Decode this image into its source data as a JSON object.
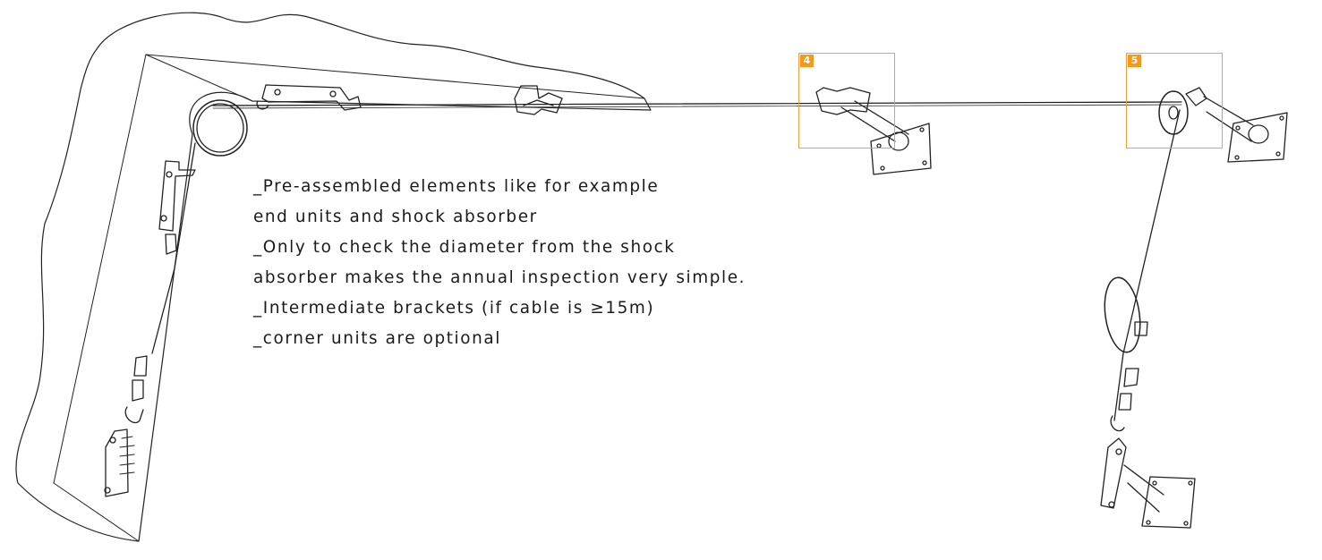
{
  "notes": [
    "_Pre-assembled elements like for example",
    " end units and shock absorber",
    "_Only to check the diameter from the shock",
    " absorber makes the annual inspection very simple.",
    "_Intermediate brackets (if cable is ≥15m)",
    "_corner units are optional"
  ],
  "callouts": [
    {
      "label": "4"
    },
    {
      "label": "5"
    }
  ],
  "colors": {
    "callout_border": "#f0a040",
    "callout_tag": "#f29a1f",
    "line": "#222222"
  }
}
